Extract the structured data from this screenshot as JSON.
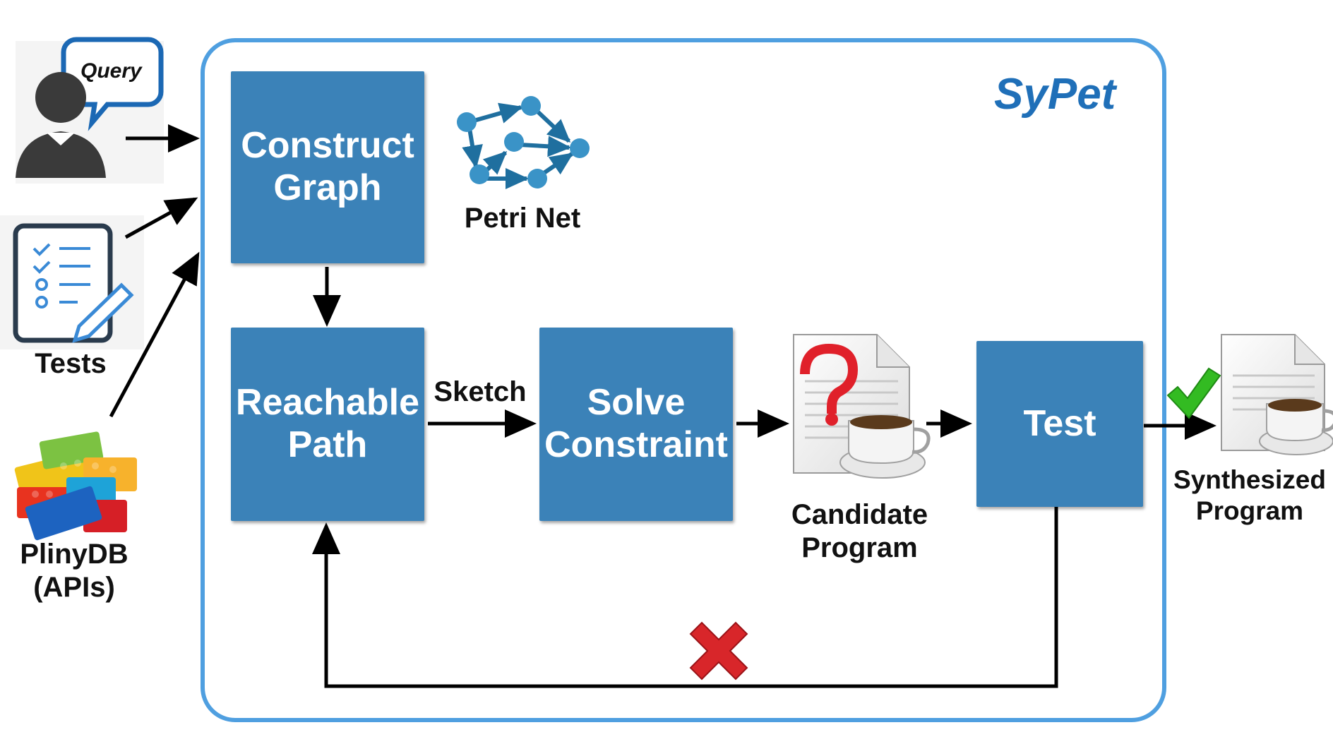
{
  "title": "SyPet",
  "colors": {
    "box": "#3b82b8",
    "frame": "#4f9fe0",
    "title": "#1f6fb8",
    "check": "#33bb22",
    "cross": "#d8262a"
  },
  "inputs": {
    "query": {
      "bubble": "Query",
      "icon": "user-icon"
    },
    "tests": {
      "label": "Tests",
      "icon": "checklist-icon"
    },
    "plinydb": {
      "label": "PlinyDB\n(APIs)",
      "icon": "lego-bricks-icon"
    }
  },
  "boxes": {
    "construct_graph": "Construct\nGraph",
    "reachable_path": "Reachable\nPath",
    "solve_constraint": "Solve\nConstraint",
    "test": "Test"
  },
  "petri_net": {
    "label": "Petri Net",
    "icon": "petri-net-icon"
  },
  "edge_labels": {
    "sketch": "Sketch"
  },
  "candidate": {
    "label": "Candidate\nProgram",
    "icon": "java-file-question-icon"
  },
  "output": {
    "label": "Synthesized\nProgram",
    "icon": "java-file-icon"
  },
  "status_icons": {
    "success": "checkmark-icon",
    "failure": "red-x-icon"
  }
}
